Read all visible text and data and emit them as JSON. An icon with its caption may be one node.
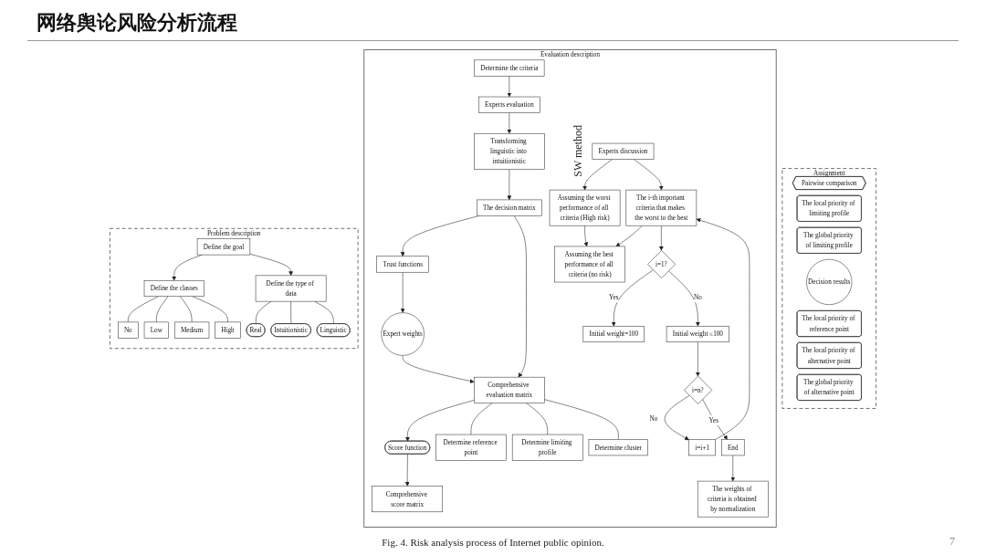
{
  "diagram": {
    "title": "网络舆论风险分析流程",
    "caption": "Fig. 4. Risk analysis process of Internet public opinion.",
    "nodes": [
      {
        "text": [
          "Problem description"
        ]
      },
      {
        "text": [
          "Define the goal"
        ],
        "in": 0
      },
      {
        "text": [
          "Define the classes"
        ],
        "in": 0
      },
      {
        "text": [
          "Define the type of data"
        ],
        "in": 0
      },
      {
        "text": [
          "No"
        ],
        "in": 0
      },
      {
        "text": [
          "Low"
        ],
        "in": 0
      },
      {
        "text": [
          "Medium"
        ],
        "in": 0
      },
      {
        "text": [
          "High"
        ],
        "in": 0
      },
      {
        "text": [
          "Real"
        ],
        "in": 0
      },
      {
        "text": [
          "Intuitionistic"
        ],
        "in": 0
      },
      {
        "text": [
          "Linguistic"
        ],
        "in": 0
      },
      {
        "text": [
          "Evaluation description"
        ]
      },
      {
        "text": [
          "Determine the criteria"
        ],
        "in": 11
      },
      {
        "text": [
          "Experts evaluation"
        ],
        "in": 11
      },
      {
        "text": [
          "Transforming linguistic into intuitionistic"
        ],
        "in": 11
      },
      {
        "text": [
          "The decision matrix"
        ],
        "in": 11
      },
      {
        "text": [
          "Trust functions"
        ],
        "in": 11
      },
      {
        "text": [
          "Expert weights"
        ],
        "in": 11
      },
      {
        "text": [
          "Comprehensive evaluation matrix"
        ],
        "in": 11
      },
      {
        "text": [
          "Score function"
        ],
        "in": 11
      },
      {
        "text": [
          "Comprehensive score matrix"
        ],
        "in": 11
      },
      {
        "text": [
          "Determine reference point"
        ],
        "in": 11
      },
      {
        "text": [
          "Determine limiting profile"
        ],
        "in": 11
      },
      {
        "text": [
          "Determine cluster"
        ],
        "in": 11
      },
      {
        "text": [
          "Assuming the worst performance of all criteria (High risk)"
        ],
        "in": 11
      },
      {
        "text": [
          "Experts discussion"
        ],
        "in": 11
      },
      {
        "text": [
          "Initial weight=100"
        ],
        "in": 11
      },
      {
        "text": [
          "The i-th important criteria that makes the worst to the best"
        ],
        "in": 11
      },
      {
        "text": [
          "i=1?"
        ],
        "in": 11
      },
      {
        "text": [
          "Initial weight ≤100"
        ],
        "in": 11
      },
      {
        "text": [
          "i=n?"
        ],
        "in": 11
      },
      {
        "text": [
          "i=i+1"
        ],
        "in": 11
      },
      {
        "text": [
          "Assuming the best performance of all criteria (no risk)"
        ],
        "in": 11
      },
      {
        "text": [
          "End"
        ],
        "in": 11
      },
      {
        "text": [
          "The weights of criteria is obtained by normalization"
        ],
        "in": 11
      },
      {
        "text": [
          "Assignment"
        ]
      },
      {
        "text": [
          "Pairwise comparison"
        ],
        "in": 35
      },
      {
        "text": [
          "The local priority of limiting profile"
        ],
        "in": 35
      },
      {
        "text": [
          "The global priority of limiting profile"
        ],
        "in": 35
      },
      {
        "text": [
          "Decision results"
        ],
        "in": 35
      },
      {
        "text": [
          "The local priority of reference point"
        ],
        "in": 35
      },
      {
        "text": [
          "The local priority of alternative point"
        ],
        "in": 35
      },
      {
        "text": [
          "The global priority of alternative point"
        ],
        "in": 35
      }
    ],
    "edges": [
      {
        "from": 1,
        "to": 2,
        "arrow": "to"
      },
      {
        "from": 1,
        "to": 3,
        "arrow": "to"
      },
      {
        "from": 2,
        "to": 4,
        "arrow": "none"
      },
      {
        "from": 2,
        "to": 5,
        "arrow": "none"
      },
      {
        "from": 2,
        "to": 6,
        "arrow": "none"
      },
      {
        "from": 2,
        "to": 7,
        "arrow": "none"
      },
      {
        "from": 3,
        "to": 8,
        "arrow": "none"
      },
      {
        "from": 3,
        "to": 9,
        "arrow": "none"
      },
      {
        "from": 3,
        "to": 10,
        "arrow": "none"
      },
      {
        "from": 12,
        "to": 13,
        "arrow": "to"
      },
      {
        "from": 13,
        "to": 14,
        "arrow": "to"
      },
      {
        "from": 14,
        "to": 15,
        "arrow": "to"
      },
      {
        "from": 15,
        "to": 16,
        "arrow": "to"
      },
      {
        "from": 16,
        "to": 17,
        "arrow": "to"
      },
      {
        "from": 15,
        "to": 18,
        "arrow": "to"
      },
      {
        "from": 17,
        "to": 18,
        "arrow": "to"
      },
      {
        "from": 18,
        "to": 19,
        "arrow": "to"
      },
      {
        "from": 19,
        "to": 20,
        "arrow": "to"
      },
      {
        "from": 18,
        "to": 21,
        "arrow": "none"
      },
      {
        "from": 18,
        "to": 22,
        "arrow": "none"
      },
      {
        "from": 18,
        "to": 23,
        "arrow": "none"
      },
      {
        "from": 25,
        "to": 24,
        "arrow": "to"
      },
      {
        "from": 25,
        "to": 27,
        "arrow": "to"
      },
      {
        "from": 24,
        "to": 32,
        "arrow": "to"
      },
      {
        "from": 27,
        "to": 32,
        "arrow": "to"
      },
      {
        "from": 27,
        "to": 28,
        "arrow": "to"
      },
      {
        "from": 28,
        "to": 26,
        "arrow": "to",
        "label": "Yes"
      },
      {
        "from": 28,
        "to": 29,
        "arrow": "to",
        "label": "No"
      },
      {
        "from": 29,
        "to": 30,
        "arrow": "to"
      },
      {
        "from": 30,
        "to": 31,
        "arrow": "to",
        "label": "No"
      },
      {
        "from": 31,
        "to": 27,
        "arrow": "to"
      },
      {
        "from": 30,
        "to": 33,
        "arrow": "to",
        "label": "Yes"
      },
      {
        "from": 33,
        "to": 34,
        "arrow": "to"
      }
    ],
    "labels": [
      "SW method",
      "7"
    ]
  }
}
